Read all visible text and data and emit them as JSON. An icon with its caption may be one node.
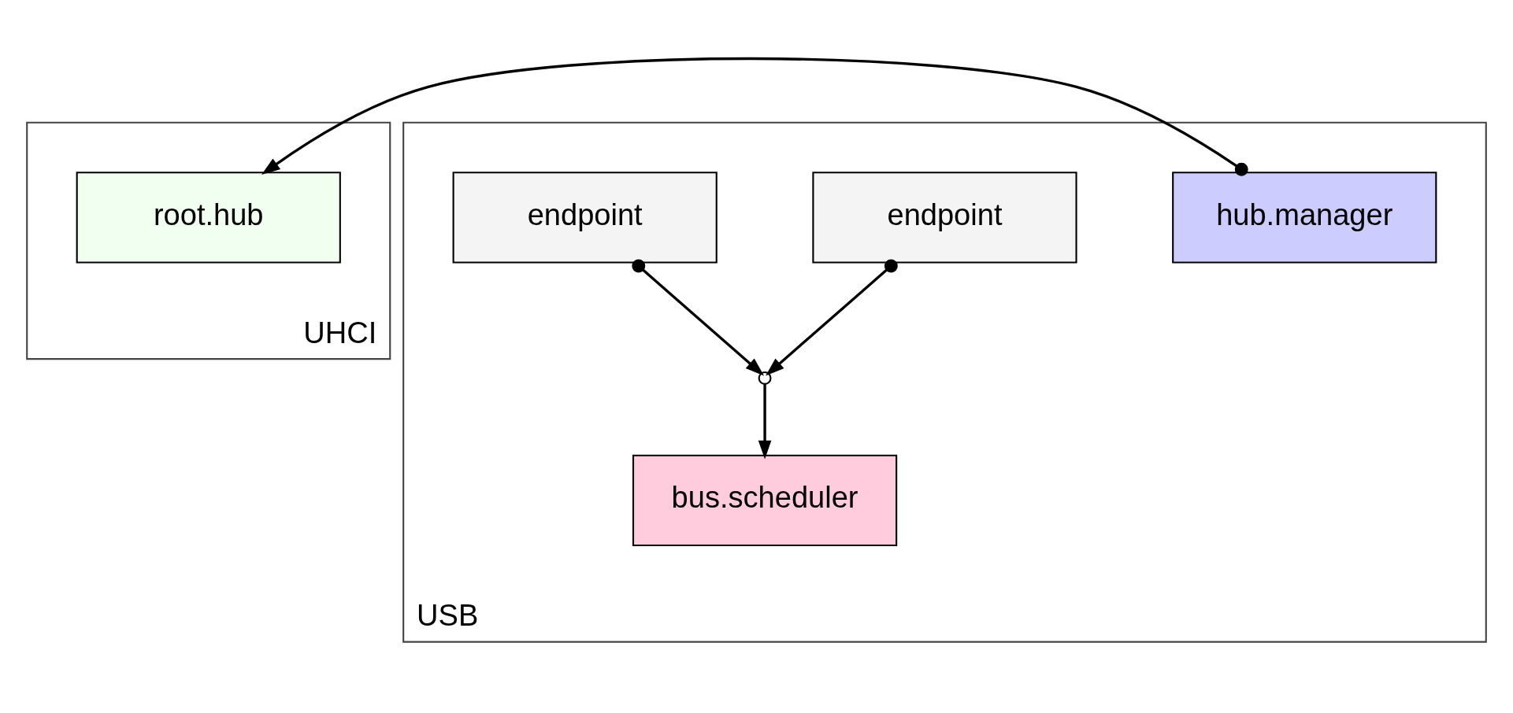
{
  "diagram": {
    "nodes": [
      {
        "text": [
          "UHCI"
        ]
      },
      {
        "text": [
          "root.hub"
        ],
        "in": 0
      },
      {
        "text": [
          "USB"
        ]
      },
      {
        "text": [
          "hub.manager"
        ],
        "in": 2
      },
      {
        "text": [
          "endpoint"
        ],
        "in": 2
      },
      {
        "text": [
          "endpoint"
        ],
        "in": 2
      },
      {
        "text": [],
        "shape": "circle",
        "in": 2
      },
      {
        "text": [
          "bus.scheduler"
        ],
        "in": 2
      }
    ],
    "edges": [
      {
        "from": 3,
        "to": 1,
        "arrow": "to"
      },
      {
        "from": 4,
        "to": 6,
        "arrow": "to"
      },
      {
        "from": 5,
        "to": 6,
        "arrow": "to"
      },
      {
        "from": 6,
        "to": 7,
        "arrow": "to"
      }
    ]
  }
}
